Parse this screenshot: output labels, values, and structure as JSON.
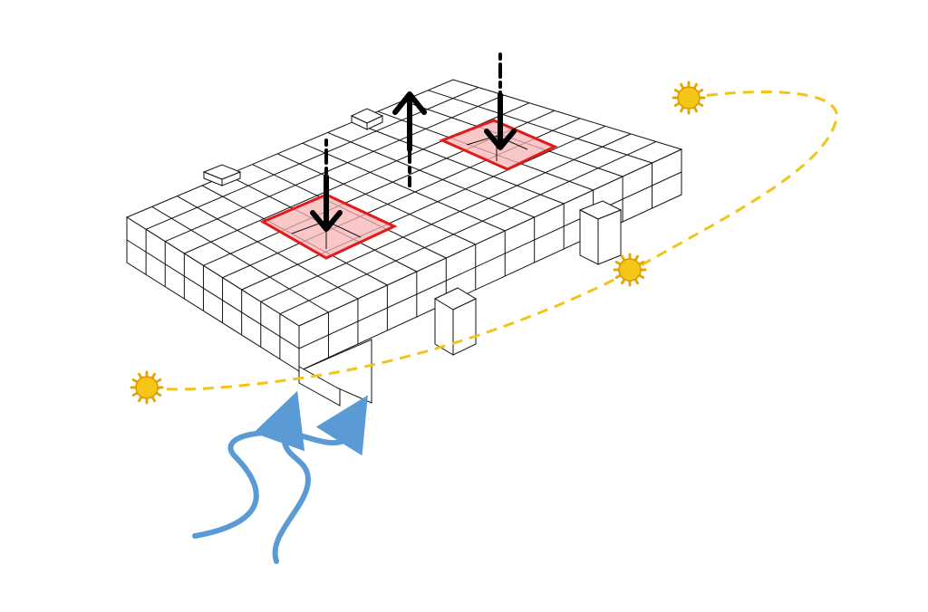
{
  "diagram": {
    "description_labels": [],
    "colors": {
      "background": "#ffffff",
      "grid_line": "#111111",
      "block_fill": "#ffffff",
      "courtyard_outline": "#e01b1b",
      "courtyard_fill": "#f7b4b4",
      "arrow": "#000000",
      "sun_path": "#f2c417",
      "sun": "#f5c518",
      "wind": "#5b9bd5"
    },
    "icons": [
      "sun-icon",
      "wind-arrow-icon",
      "airflow-arrow-icon"
    ],
    "elements": {
      "suns": 3,
      "courtyards": 2,
      "vertical_arrows": 3,
      "wind_streams": 2
    }
  }
}
